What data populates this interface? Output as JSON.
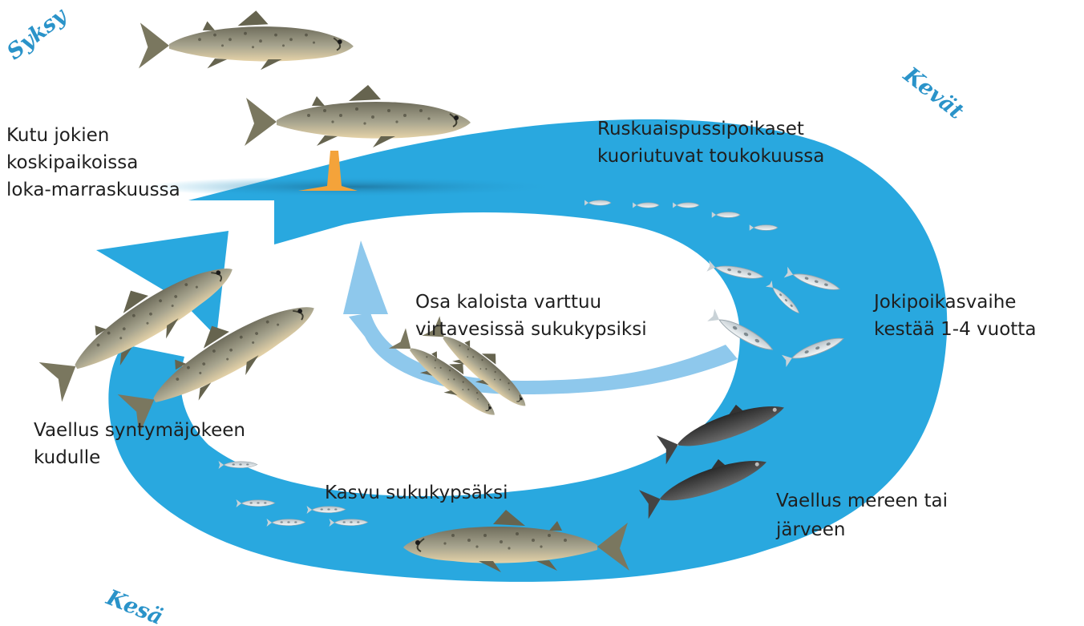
{
  "seasons": {
    "autumn": "Syksy",
    "spring": "Kevät",
    "summer": "Kesä"
  },
  "stages": {
    "spawning": [
      "Kutu jokien",
      "koskipaikoissa",
      "loka-marraskuussa"
    ],
    "hatching": [
      "Ruskuaispussipoikaset",
      "kuoriutuvat toukokuussa"
    ],
    "resident": [
      "Osa kaloista varttuu",
      "virtavesissä sukukypsiksi"
    ],
    "parr": [
      "Jokipoikasvaihe",
      "kestää 1-4 vuotta"
    ],
    "return_migration": [
      "Vaellus syntymäjokeen",
      "kudulle"
    ],
    "growth": "Kasvu sukukypsäksi",
    "smolt_migration": [
      "Vaellus mereen tai",
      "järveen"
    ]
  },
  "icons": [
    "salmon-fish-icon",
    "fry-fish-icon",
    "parr-fish-icon",
    "smolt-fish-icon",
    "redd-icon"
  ],
  "colors": {
    "cycle_arrow": "#29a8df",
    "inner_arrow": "#8ec8ec",
    "season_text": "#2a93c9",
    "redd": "#f4a33a",
    "salmon_body": "#8a8670",
    "smolt_body": "#3a3a3a"
  }
}
